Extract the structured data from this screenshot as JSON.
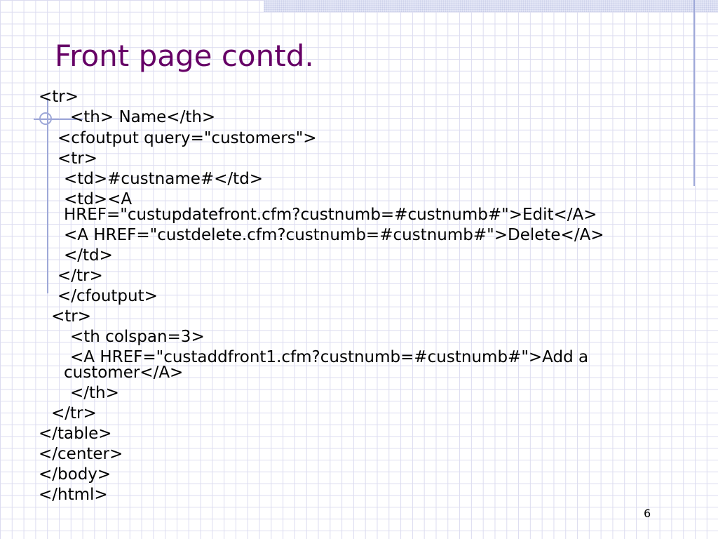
{
  "slide": {
    "title": "Front page contd.",
    "page_number": "6",
    "colors": {
      "title": "#660066",
      "text": "#000000",
      "grid": "#dcdcf0",
      "accent_line": "#9ea8d8"
    },
    "code_lines": [
      "<tr>",
      "<th> Name</th>",
      "<cfoutput query=\"customers\">",
      "<tr>",
      "<td>#custname#</td>",
      "<td><A",
      "HREF=\"custupdatefront.cfm?custnumb=#custnumb#\">Edit</A>",
      "<A HREF=\"custdelete.cfm?custnumb=#custnumb#\">Delete</A>",
      "</td>",
      "</tr>",
      "</cfoutput>",
      "<tr>",
      "<th colspan=3>",
      "<A HREF=\"custaddfront1.cfm?custnumb=#custnumb#\">Add a",
      "customer</A>",
      "</th>",
      "</tr>",
      "</table>",
      "</center>",
      "</body>",
      "</html>"
    ]
  }
}
